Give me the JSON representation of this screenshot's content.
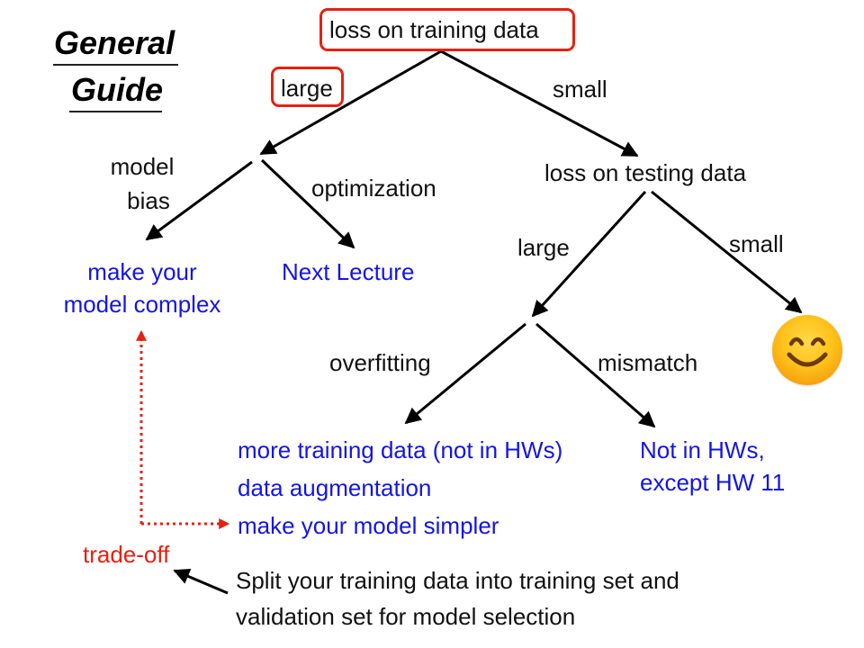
{
  "title": {
    "line1": "General",
    "line2": "Guide"
  },
  "root": {
    "label": "loss on training data",
    "highlight_color": "#e8200f"
  },
  "training_branches": {
    "large": "large",
    "small": "small"
  },
  "large_training_branch": {
    "model_bias_line1": "model",
    "model_bias_line2": "bias",
    "optimization": "optimization",
    "model_bias_action_line1": "make your",
    "model_bias_action_line2": "model complex",
    "optimization_action": "Next Lecture"
  },
  "testing_node": {
    "label": "loss on testing data",
    "large": "large",
    "small": "small",
    "small_result_icon": "smiling-face-emoji"
  },
  "large_testing_branch": {
    "overfitting": "overfitting",
    "mismatch": "mismatch",
    "overfitting_actions": [
      "more training data (not in HWs)",
      "data augmentation",
      "make your model simpler"
    ],
    "mismatch_action_line1": "Not in HWs,",
    "mismatch_action_line2": "except HW 11"
  },
  "tradeoff": {
    "label": "trade-off",
    "note_line1": "Split your training data into training set and",
    "note_line2": "validation set for model selection"
  },
  "colors": {
    "text": "#111111",
    "action_blue": "#1414e6",
    "accent_red": "#e8200f"
  }
}
